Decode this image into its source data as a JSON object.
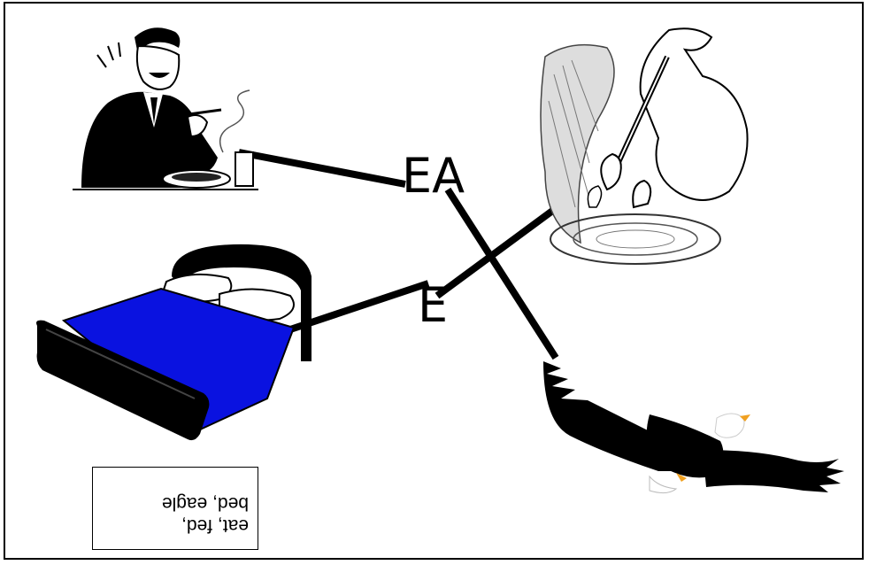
{
  "letters": {
    "top_label": "EA",
    "bottom_label": "E"
  },
  "caption": {
    "line1": "eat, fed,",
    "line2": "bed, eagle"
  },
  "pictures": {
    "eating_man": "man-eating-soup-icon",
    "hatchling_feeding": "hand-feeding-bird-icon",
    "bed": "bed-icon",
    "eagle": "eagle-icon"
  },
  "colors": {
    "bed_blanket": "#0a12e0",
    "line": "#000000"
  }
}
